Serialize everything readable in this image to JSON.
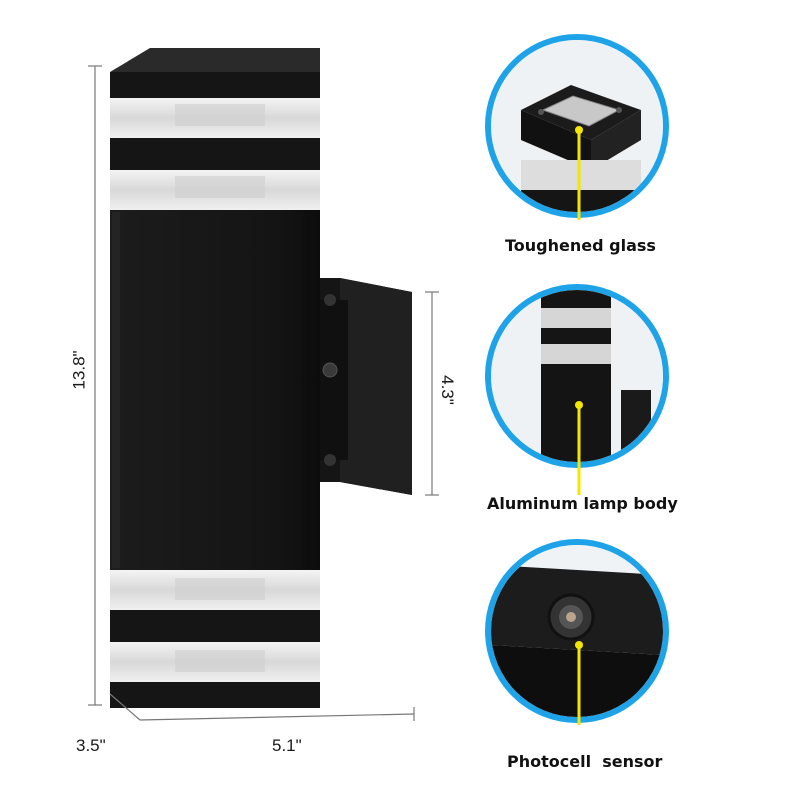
{
  "dimensions": {
    "height": "13.8\"",
    "bracket_height": "4.3\"",
    "depth": "3.5\"",
    "width": "5.1\""
  },
  "callouts": [
    {
      "label": "Toughened glass"
    },
    {
      "label": "Aluminum lamp body"
    },
    {
      "label": "Photocell  sensor"
    }
  ],
  "colors": {
    "lamp_body": "#141414",
    "accent_ring": "#1fa3e8",
    "pointer": "#f5e600"
  }
}
